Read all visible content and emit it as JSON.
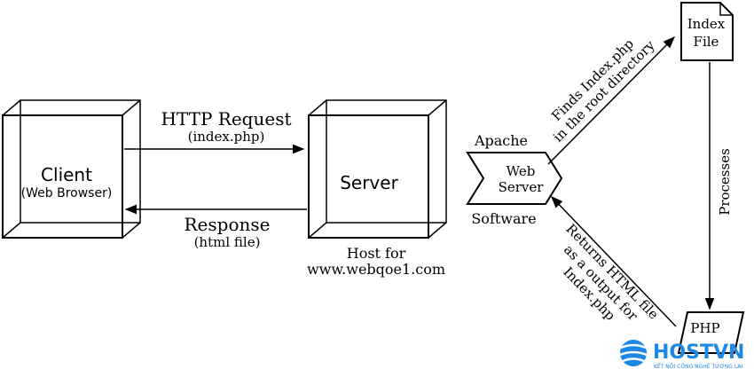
{
  "client": {
    "title": "Client",
    "subtitle": "(Web Browser)"
  },
  "server": {
    "title": "Server",
    "host_line1": "Host for",
    "host_line2": "www.webqoe1.com"
  },
  "request": {
    "label": "HTTP Request",
    "sublabel": "(index.php)"
  },
  "response": {
    "label": "Response",
    "sublabel": "(html file)"
  },
  "webserver": {
    "top_label": "Apache",
    "line1": "Web",
    "line2": "Server",
    "bottom_label": "Software"
  },
  "finds": {
    "line1": "Finds Index.php",
    "line2": "in the root directory"
  },
  "index_file": {
    "line1": "Index",
    "line2": "File"
  },
  "processes": "Processes",
  "returns": {
    "line1": "Returns HTML file",
    "line2": "as a output for",
    "line3": "Index.php"
  },
  "php": "PHP",
  "logo": {
    "name": "HOSTVN",
    "tagline": "KẾT NỐI CÔNG NGHỆ TƯƠNG LAI",
    "color": "#1e88e5"
  }
}
